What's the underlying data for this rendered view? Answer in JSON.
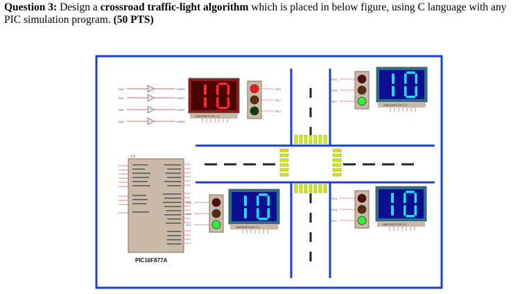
{
  "question": {
    "number": "Question 3:",
    "text_a": " Design a ",
    "bold_term": "crossroad traffic-light algorithm",
    "text_b": " which is placed in below figure, using C language with any PIC simulation program. ",
    "points": "(50 PTS)"
  },
  "schematic": {
    "chip_name": "PIC16F877A",
    "chip_ref": "U1",
    "displays": [
      {
        "id": "top-left",
        "value": "10",
        "theme": "red",
        "caption": "HWCDEFG DP  1 2"
      },
      {
        "id": "top-right",
        "value": "10",
        "theme": "blue",
        "caption": "HWCDEFG DP  1 2"
      },
      {
        "id": "bottom-center",
        "value": "10",
        "theme": "blue",
        "caption": "HWCDEFG DP  1 2"
      },
      {
        "id": "bottom-right",
        "value": "10",
        "theme": "blue",
        "caption": "HWCDEFG DP  1 2"
      }
    ],
    "traffic_lights": [
      {
        "id": "top-center",
        "lit": "red",
        "pins": [
          "RC0",
          "RC1",
          "RC2"
        ]
      },
      {
        "id": "top-right",
        "lit": "green",
        "pins": [
          "RC5",
          "RC6",
          "RC7"
        ]
      },
      {
        "id": "bottom-center",
        "lit": "green",
        "pins": [
          "RC5",
          "RC6",
          "RC7"
        ]
      },
      {
        "id": "bottom-right",
        "lit": "green",
        "pins": [
          "RC5",
          "RC6",
          "RC7"
        ]
      }
    ],
    "buffer_inputs": [
      "RA0",
      "RA1",
      "RA2",
      "RA3"
    ],
    "buffer_outputs": [
      "DISP0",
      "DISP1",
      "DISP2",
      "DISP3"
    ],
    "colors": {
      "border": "#1a3ed6",
      "road": "#1a3ed6",
      "crosswalk": "#e6e600",
      "display_red_bg": "#4a0000",
      "display_red_frame": "#8a1c1c",
      "display_blue_bg": "#0b0e8f",
      "display_blue_frame": "#2a6f8c",
      "chip": "#c9b9a8"
    }
  }
}
